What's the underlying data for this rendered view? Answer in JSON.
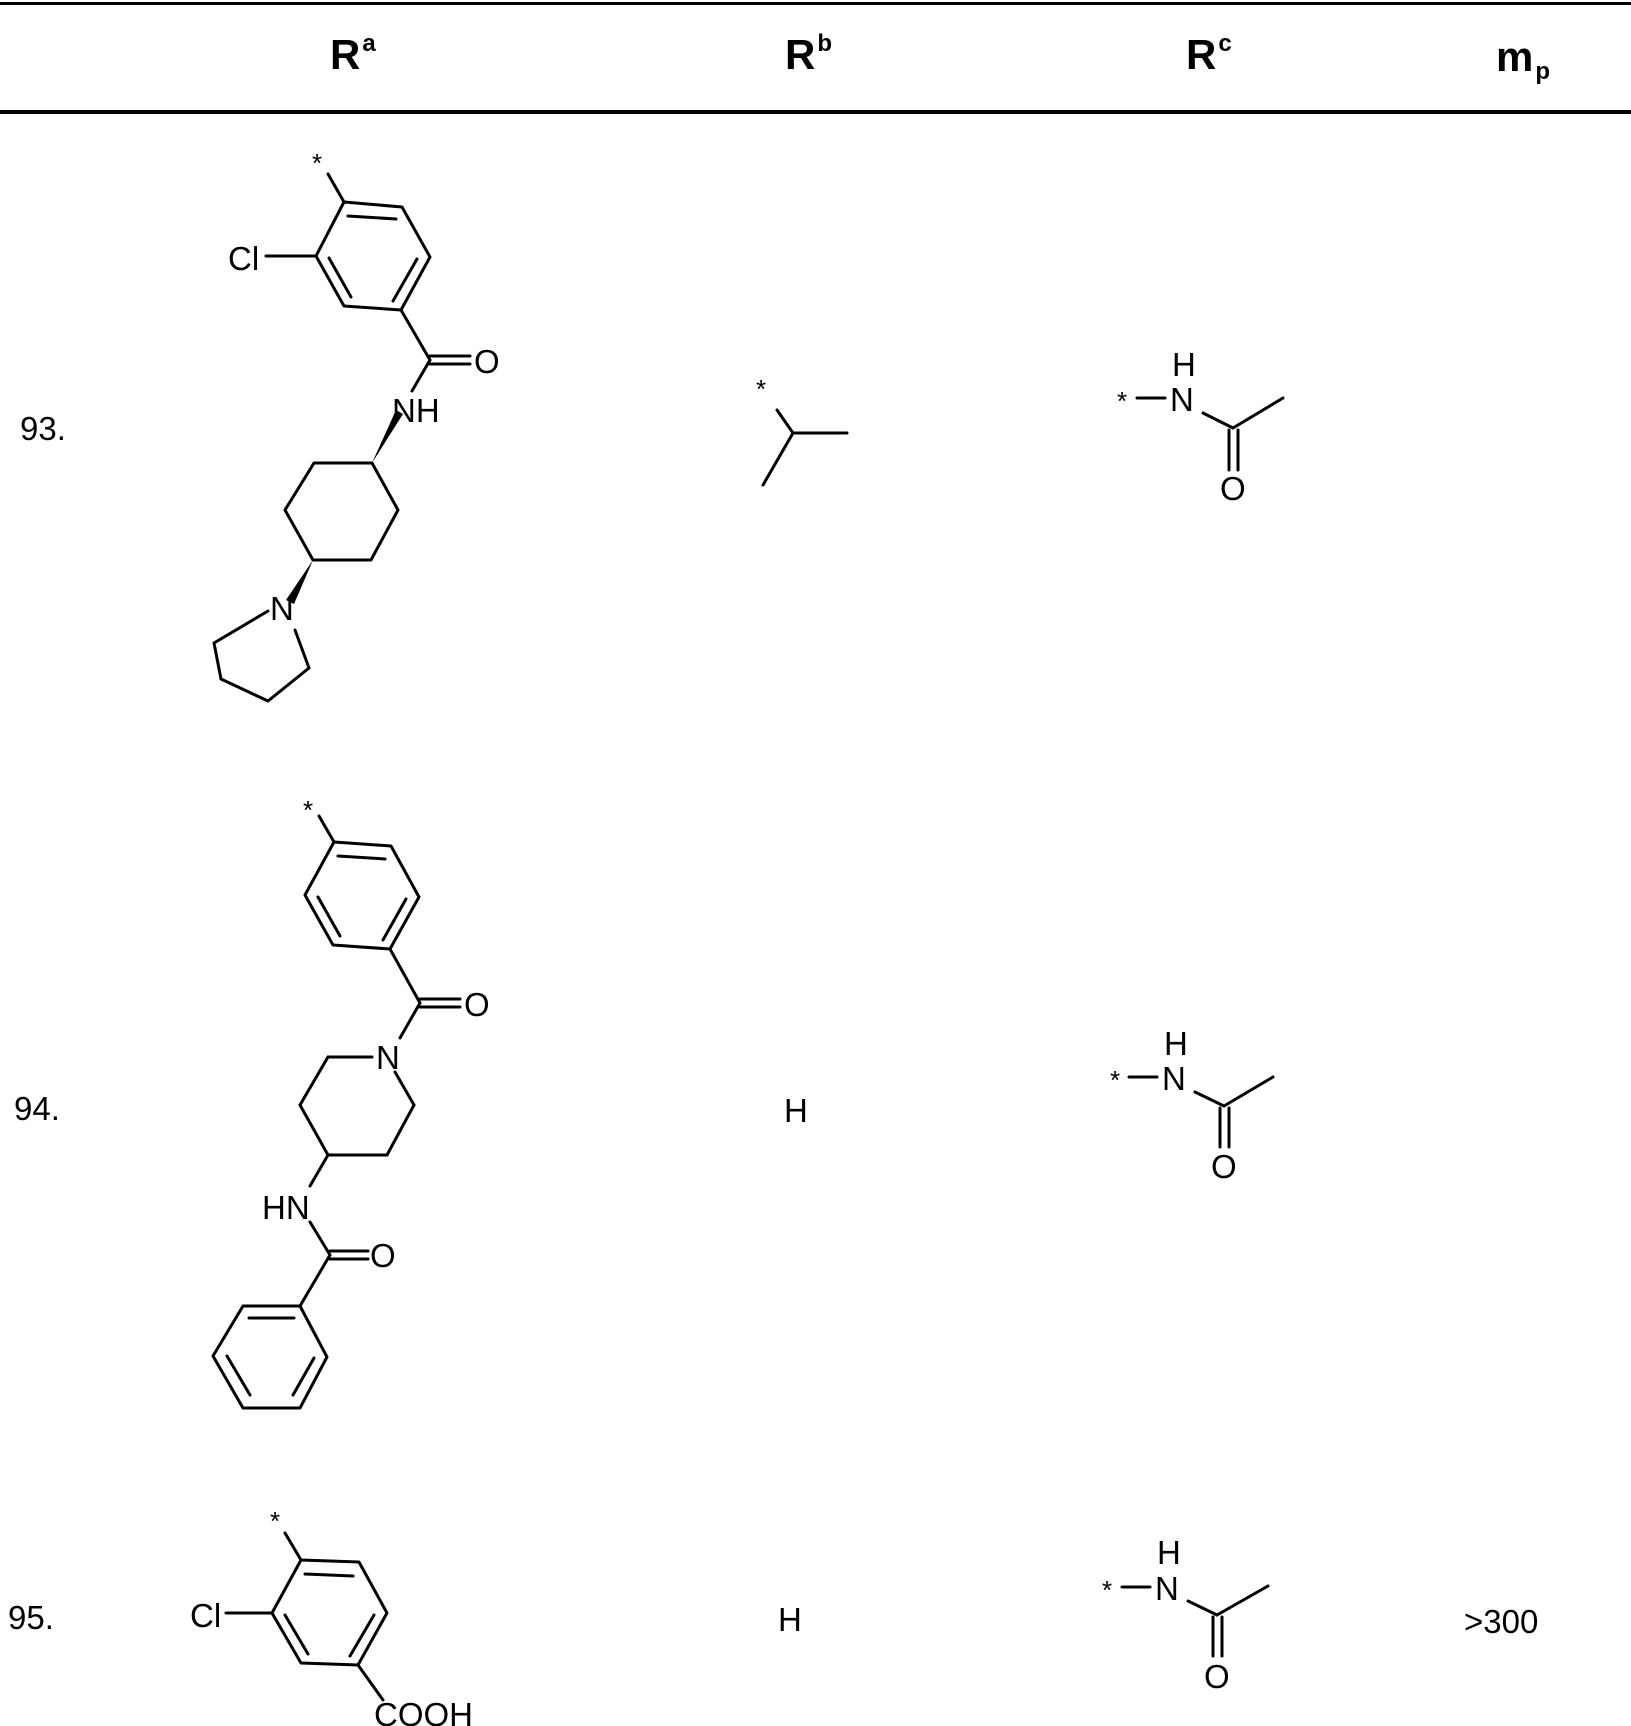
{
  "table": {
    "headers": {
      "ra": {
        "base": "R",
        "sup": "a"
      },
      "rb": {
        "base": "R",
        "sup": "b"
      },
      "rc": {
        "base": "R",
        "sup": "c"
      },
      "mp": {
        "base": "m",
        "sub": "p"
      }
    },
    "rows": [
      {
        "number": "93.",
        "ra_labels": {
          "attach": "*",
          "chloro": "Cl",
          "oxo": "O",
          "amide_nh": "NH",
          "amine_n": "N"
        },
        "rb_labels": {
          "attach": "*"
        },
        "rb_value": "",
        "rc_labels": {
          "attach": "*",
          "h": "H",
          "n": "N",
          "o": "O"
        },
        "mp": ""
      },
      {
        "number": "94.",
        "ra_labels": {
          "attach": "*",
          "oxo": "O",
          "ring_n": "N",
          "amide_hn": "HN",
          "oxo2": "O"
        },
        "rb_value": "H",
        "rc_labels": {
          "attach": "*",
          "h": "H",
          "n": "N",
          "o": "O"
        },
        "mp": ""
      },
      {
        "number": "95.",
        "ra_labels": {
          "attach": "*",
          "chloro": "Cl",
          "acid": "COOH"
        },
        "rb_value": "H",
        "rc_labels": {
          "attach": "*",
          "h": "H",
          "n": "N",
          "o": "O"
        },
        "mp": ">300"
      }
    ]
  }
}
